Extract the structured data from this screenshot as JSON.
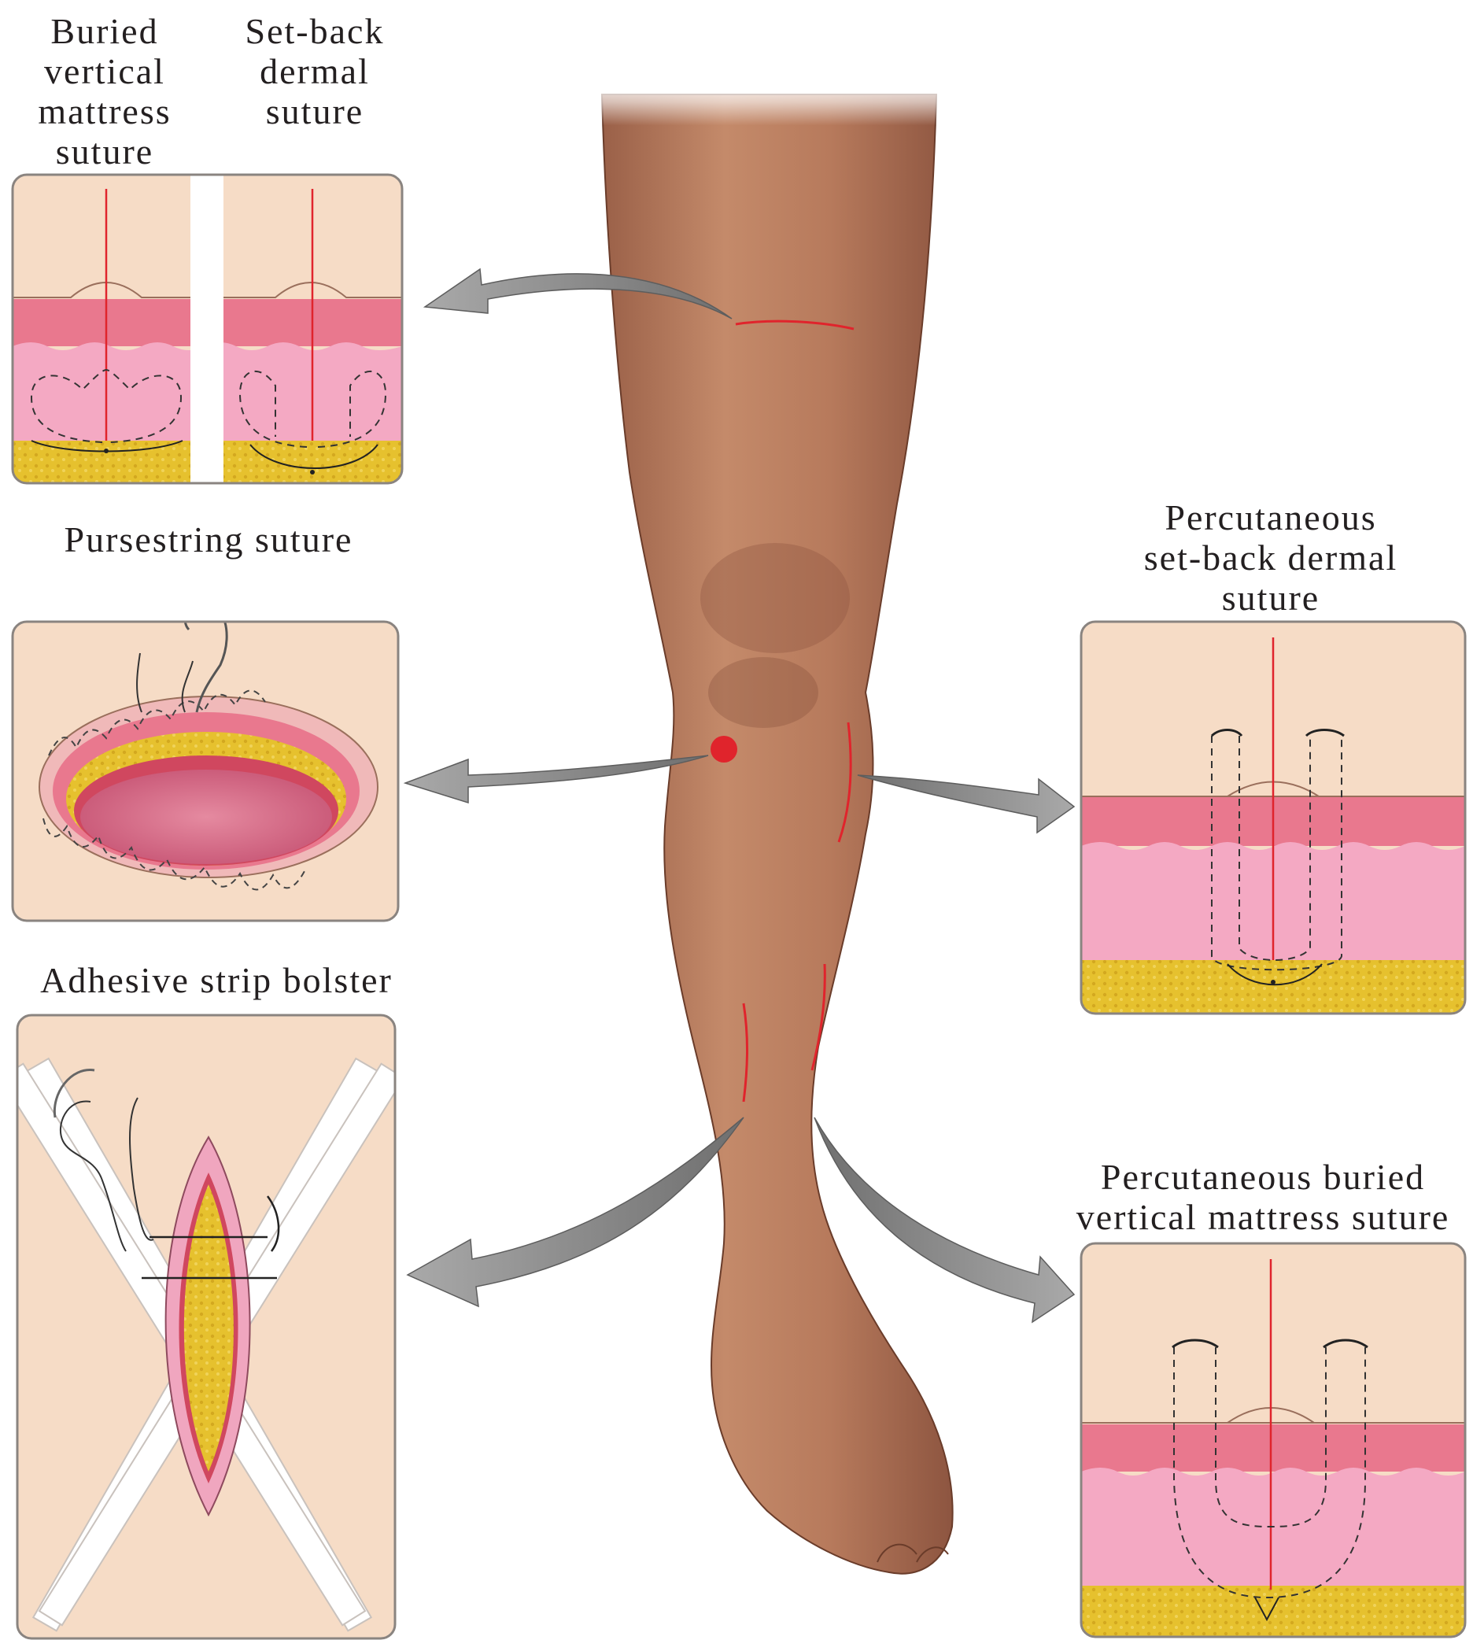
{
  "labels": {
    "buried_vertical_mattress": [
      "Buried",
      "vertical",
      "mattress",
      "suture"
    ],
    "set_back_dermal": [
      "Set-back",
      "dermal",
      "suture"
    ],
    "pursestring": [
      "Pursestring suture"
    ],
    "adhesive_strip_bolster": [
      "Adhesive strip bolster"
    ],
    "percutaneous_set_back_dermal": [
      "Percutaneous",
      "set-back dermal",
      "suture"
    ],
    "percutaneous_buried_vertical_mattress": [
      "Percutaneous buried",
      "vertical mattress suture"
    ]
  },
  "colors": {
    "panel_bg": "#f6dcc6",
    "panel_border": "#8a8480",
    "epidermis": "#f7d8c4",
    "dermis_upper": "#e9788e",
    "dermis_lower": "#f4a9c3",
    "fat": "#e8c330",
    "incision": "#e0242c",
    "skin_leg": "#b97a5c",
    "arrow": "#8c8c8c"
  }
}
